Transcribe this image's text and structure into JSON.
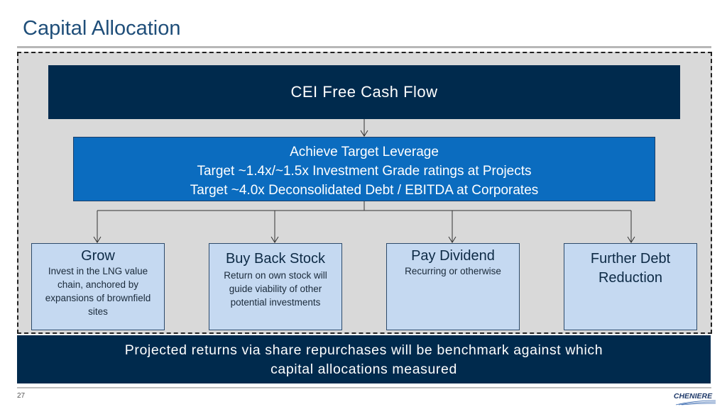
{
  "title": "Capital Allocation",
  "top_box": "CEI Free Cash Flow",
  "leverage": {
    "line1": "Achieve Target Leverage",
    "line2": "Target ~1.4x/~1.5x Investment Grade ratings at Projects",
    "line3": "Target ~4.0x Deconsolidated Debt / EBITDA at Corporates"
  },
  "options": [
    {
      "heading": "Grow",
      "desc": "Invest in the LNG value chain, anchored by expansions of brownfield sites"
    },
    {
      "heading": "Buy Back Stock",
      "desc": "Return on own stock will guide viability of other potential investments"
    },
    {
      "heading": "Pay Dividend",
      "desc": "Recurring or otherwise"
    },
    {
      "heading": "Further Debt Reduction",
      "desc": ""
    }
  ],
  "banner": {
    "line1": "Projected returns via share repurchases will be benchmark against which",
    "line2": "capital allocations measured"
  },
  "page_number": "27",
  "logo_text": "CHENIERE",
  "colors": {
    "navy": "#002a4d",
    "blue": "#0b6cbf",
    "light_blue": "#c5d9f1",
    "gray": "#d9d9d9"
  }
}
